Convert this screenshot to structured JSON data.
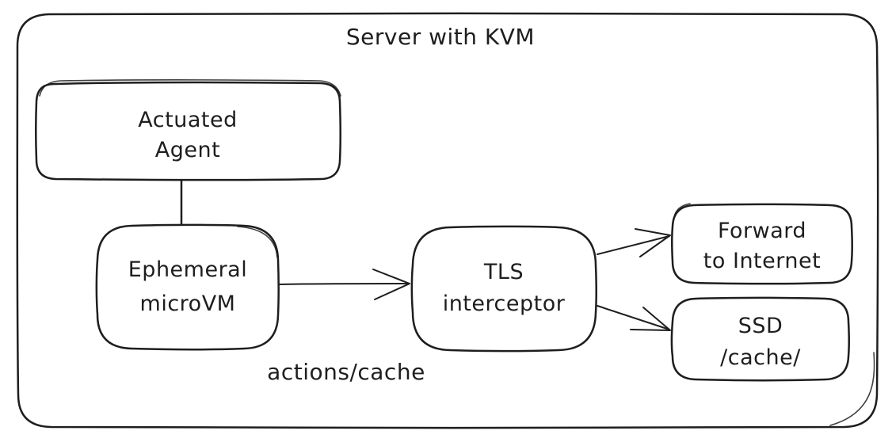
{
  "diagram": {
    "container": {
      "title": "Server with KVM"
    },
    "nodes": {
      "actuated_agent": {
        "line1": "Actuated",
        "line2": "Agent"
      },
      "ephemeral_microvm": {
        "line1": "Ephemeral",
        "line2": "microVM"
      },
      "tls_interceptor": {
        "line1": "TLS",
        "line2": "interceptor"
      },
      "forward_to_internet": {
        "line1": "Forward",
        "line2": "to Internet"
      },
      "ssd_cache": {
        "line1": "SSD",
        "line2": "/cache/"
      }
    },
    "edges": {
      "microvm_to_tls_label": "actions/cache"
    },
    "colors": {
      "stroke": "#1e1e1e",
      "background": "#ffffff"
    }
  }
}
